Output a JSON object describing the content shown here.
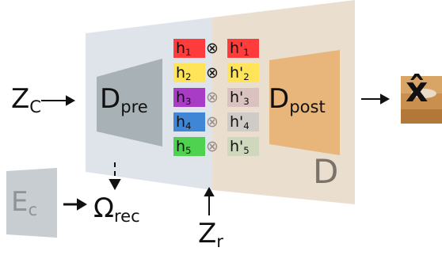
{
  "labels": {
    "z_c": "Z",
    "z_c_sub": "C",
    "d_pre": "D",
    "d_pre_sub": "pre",
    "d_post": "D",
    "d_post_sub": "post",
    "d_big": "D",
    "e_c": "E",
    "e_c_sub": "c",
    "omega": "Ω",
    "omega_sub": "rec",
    "z_r": "Z",
    "z_r_sub": "r",
    "x_hat": "x̂"
  },
  "operator": "⊗",
  "rows": [
    {
      "left": "h",
      "left_sub": "1",
      "right": "h'",
      "right_sub": "1",
      "left_color": "#ff3c3c",
      "right_color": "#ff3c3c",
      "op_color": "#111111"
    },
    {
      "left": "h",
      "left_sub": "2",
      "right": "h'",
      "right_sub": "2",
      "left_color": "#ffe45a",
      "right_color": "#ffe45a",
      "op_color": "#111111"
    },
    {
      "left": "h",
      "left_sub": "3",
      "right": "h'",
      "right_sub": "3",
      "left_color": "#a83cc6",
      "right_color": "#d9c2bf",
      "op_color": "#9a8a86"
    },
    {
      "left": "h",
      "left_sub": "4",
      "right": "h'",
      "right_sub": "4",
      "left_color": "#3f86d6",
      "right_color": "#cfcbc7",
      "op_color": "#9a8a86"
    },
    {
      "left": "h",
      "left_sub": "5",
      "right": "h'",
      "right_sub": "5",
      "left_color": "#4fd24f",
      "right_color": "#cfd7bd",
      "op_color": "#9a8a86"
    }
  ],
  "colors": {
    "left_panel": "#dfe4ea",
    "right_panel": "#eadfcf",
    "d_pre_block": "#a8b2b6",
    "d_post_block": "#e8b67a",
    "e_c_block": "#c8cdd1",
    "e_c_text": "#8d9397",
    "d_big_text": "#7b7268"
  }
}
